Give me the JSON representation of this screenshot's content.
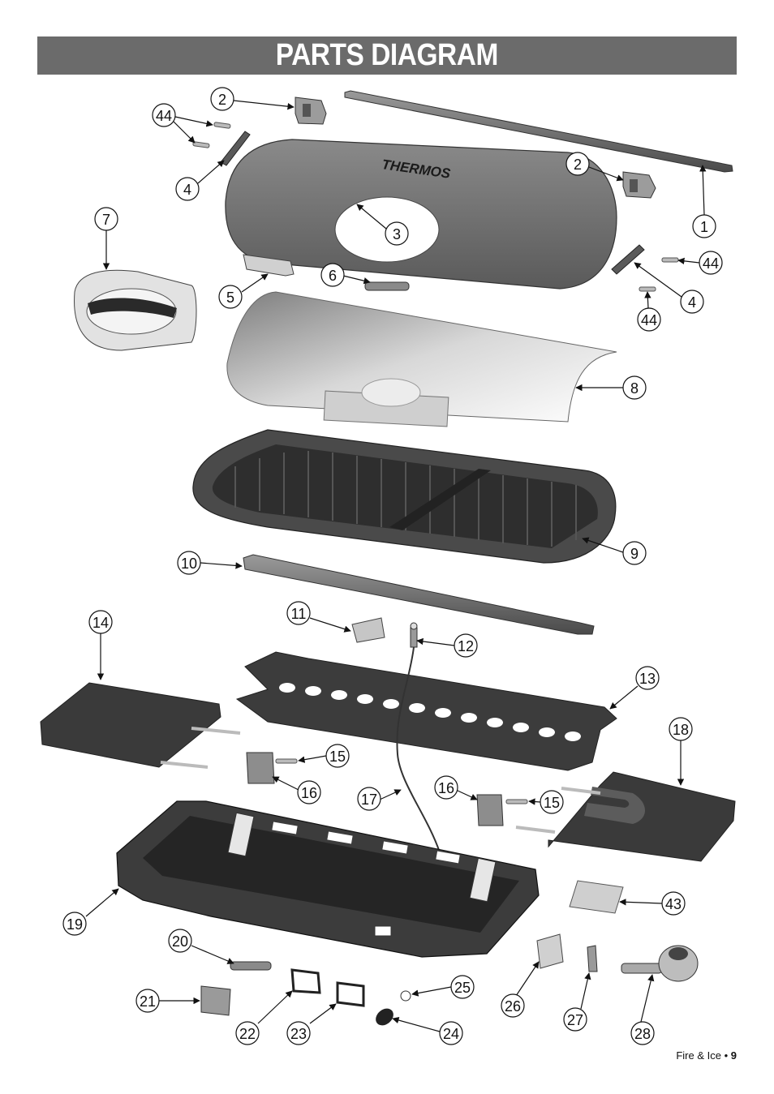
{
  "header": {
    "title": "PARTS DIAGRAM"
  },
  "brand": {
    "logo_text": "THERMOS"
  },
  "footer": {
    "publication": "Fire & Ice",
    "separator": "•",
    "page_number": "9"
  },
  "callouts": [
    "1",
    "2",
    "2",
    "3",
    "4",
    "4",
    "5",
    "6",
    "7",
    "8",
    "9",
    "10",
    "11",
    "12",
    "13",
    "14",
    "15",
    "15",
    "16",
    "16",
    "17",
    "18",
    "19",
    "20",
    "21",
    "22",
    "23",
    "24",
    "25",
    "26",
    "27",
    "28",
    "43",
    "44",
    "44",
    "44"
  ],
  "colors": {
    "title_bar": "#6b6b6b",
    "title_text": "#ffffff",
    "part_dark": "#3a3a3a",
    "part_mid": "#6e6e6e",
    "part_light": "#d6d6d6"
  }
}
